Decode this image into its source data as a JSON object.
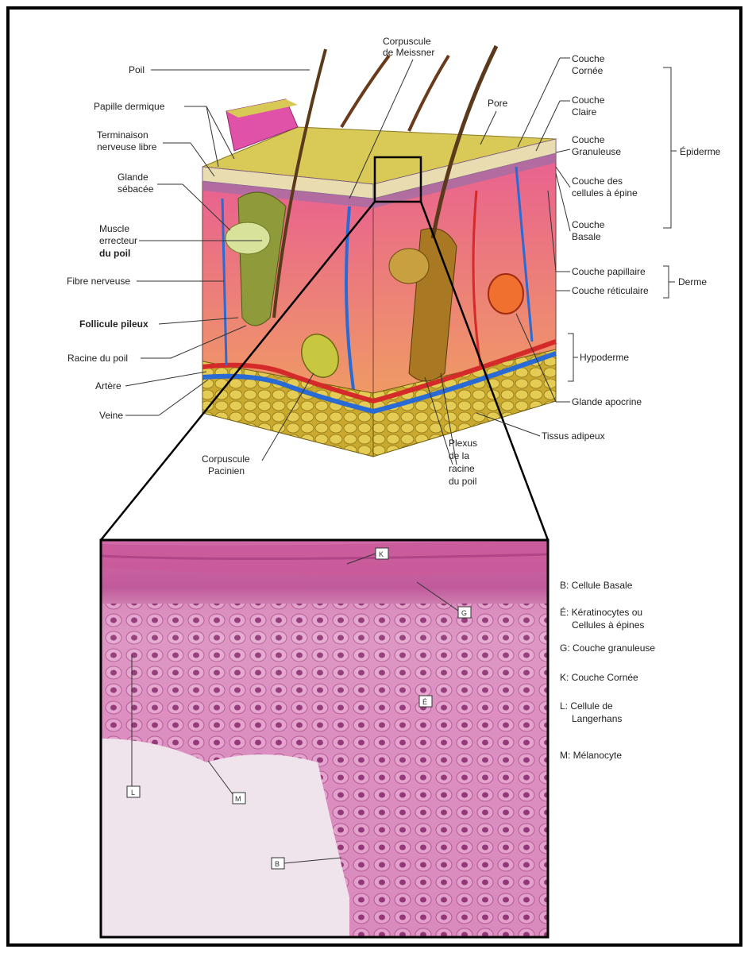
{
  "skin_diagram": {
    "labels": {
      "poil": "Poil",
      "corpuscule_meissner": [
        "Corpuscule",
        "de Meissner"
      ],
      "papille_dermique": "Papille dermique",
      "terminaison_nerveuse": [
        "Terminaison",
        "nerveuse libre"
      ],
      "glande_sebacee": [
        "Glande",
        "sébacée"
      ],
      "muscle_erecteur": [
        "Muscle",
        "errecteur",
        "du poil"
      ],
      "fibre_nerveuse": "Fibre nerveuse",
      "follicule_pileux": "Follicule pileux",
      "racine_du_poil": "Racine du poil",
      "artere": "Artère",
      "veine": "Veine",
      "corpuscule_pacinien": [
        "Corpuscule",
        "Pacinien"
      ],
      "plexus": [
        "Plexus",
        "de la",
        "racine",
        "du poil"
      ],
      "tissus_adipeux": "Tissus adipeux",
      "glande_apocrine": "Glande apocrine",
      "hypoderme": "Hypoderme",
      "pore": "Pore",
      "couche_cornee": [
        "Couche",
        "Cornée"
      ],
      "couche_claire": [
        "Couche",
        "Claire"
      ],
      "couche_granuleuse": [
        "Couche",
        "Granuleuse"
      ],
      "couche_epine": [
        "Couche des",
        "cellules à épine"
      ],
      "couche_basale": [
        "Couche",
        "Basale"
      ],
      "couche_papillaire": "Couche papillaire",
      "couche_reticulaire": "Couche réticulaire",
      "epiderme": "Épiderme",
      "derme": "Derme"
    }
  },
  "micrograph": {
    "tags": {
      "K": "K",
      "G": "G",
      "E": "É",
      "L": "L",
      "M": "M",
      "B": "B"
    },
    "legend": {
      "b": "B: Cellule Basale",
      "e1": "É: Kératinocytes ou",
      "e2": "Cellules à épines",
      "g": "G: Couche granuleuse",
      "k": "K: Couche Cornée",
      "l1": "L: Cellule de",
      "l2": "Langerhans",
      "m": "M: Mélanocyte"
    }
  },
  "colors": {
    "epidermis_top": "#d8c85a",
    "dermis": "#e9789e",
    "fat": "#d6b83a",
    "artery": "#d42a2a",
    "vein": "#2a6ad4",
    "tissue_pink": "#d87fb3",
    "tissue_light": "#f1e7ee"
  }
}
